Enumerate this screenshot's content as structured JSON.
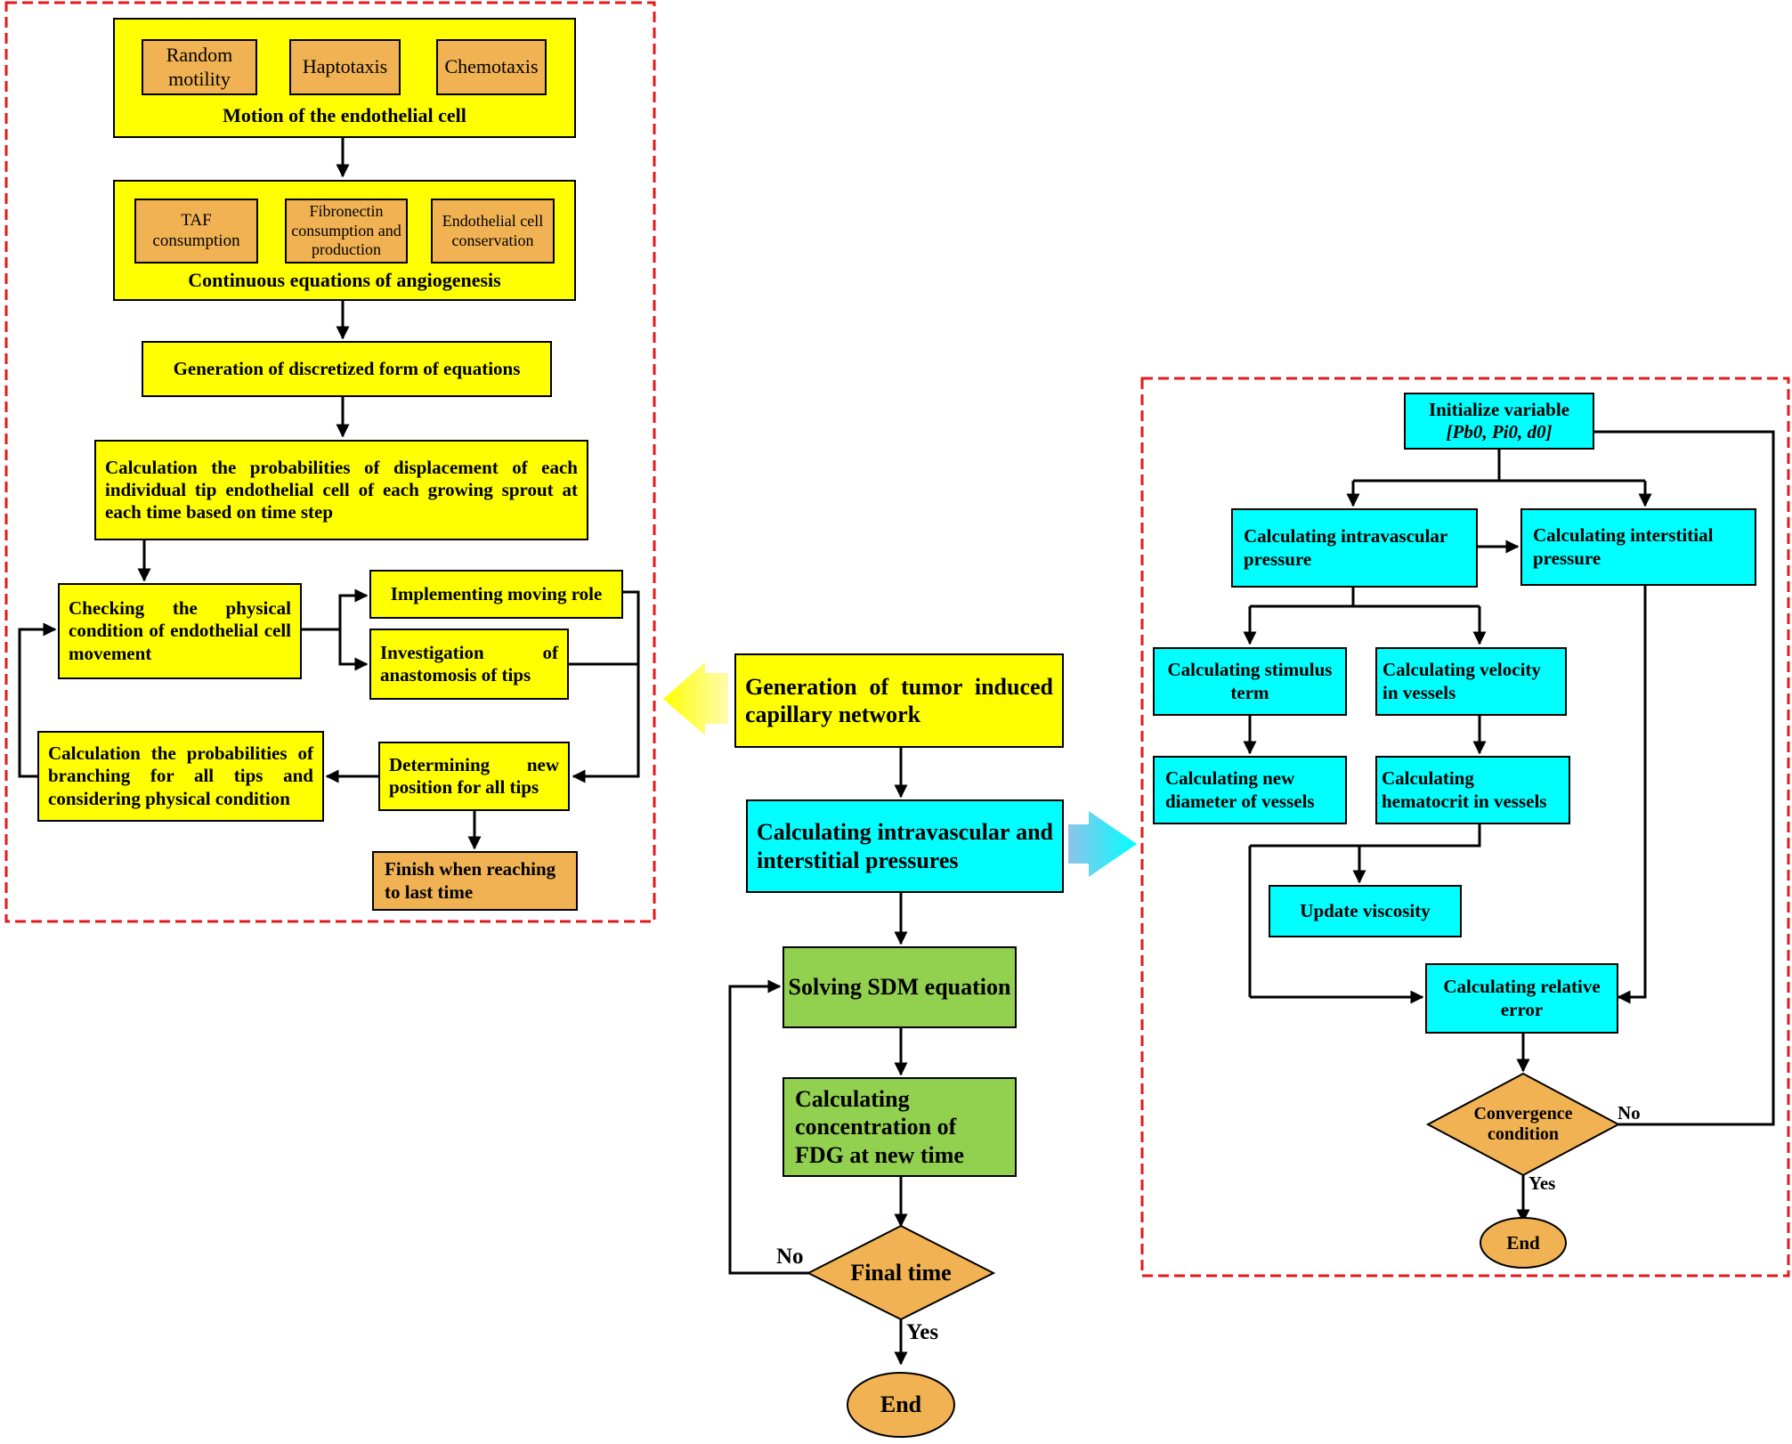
{
  "colors": {
    "yellow": "#ffff00",
    "orange": "#f0b252",
    "cyan": "#00ffff",
    "green": "#92d050",
    "dashed_border": "#e31a1c"
  },
  "left_panel": {
    "motion": {
      "items": [
        "Random motility",
        "Haptotaxis",
        "Chemotaxis"
      ],
      "caption": "Motion of the endothelial cell"
    },
    "continuous": {
      "items": [
        "TAF consumption",
        "Fibronectin consumption and production",
        "Endothelial cell conservation"
      ],
      "caption": "Continuous equations of angiogenesis"
    },
    "discretized": "Generation of discretized form of  equations",
    "probabilities": "Calculation the probabilities of displacement of each individual tip endothelial cell of each growing sprout at each time based on time step",
    "checking": "Checking the physical condition of endothelial cell movement",
    "moving_role": "Implementing moving role",
    "anastomosis": "Investigation of anastomosis of tips",
    "branching": "Calculation the probabilities of branching for all tips and considering physical condition",
    "new_position": "Determining new position for all tips",
    "finish": "Finish when reaching to last time"
  },
  "center_flow": {
    "generation": "Generation of tumor induced capillary network",
    "pressures": "Calculating intravascular and interstitial pressures",
    "sdm": "Solving SDM equation",
    "fdg": "Calculating concentration of FDG at new time",
    "final_time": "Final time",
    "no_label": "No",
    "yes_label": "Yes",
    "end": "End"
  },
  "right_panel": {
    "init_title": "Initialize variable",
    "init_vars": "[Pb0, Pi0, d0]",
    "intravascular": "Calculating intravascular pressure",
    "interstitial": "Calculating interstitial pressure",
    "stimulus": "Calculating stimulus term",
    "velocity": "Calculating velocity in vessels",
    "diameter": "Calculating new diameter of vessels",
    "hematocrit": "Calculating hematocrit in vessels",
    "viscosity": "Update viscosity",
    "relative_error": "Calculating relative error",
    "convergence": "Convergence condition",
    "no_label": "No",
    "yes_label": "Yes",
    "end": "End"
  }
}
